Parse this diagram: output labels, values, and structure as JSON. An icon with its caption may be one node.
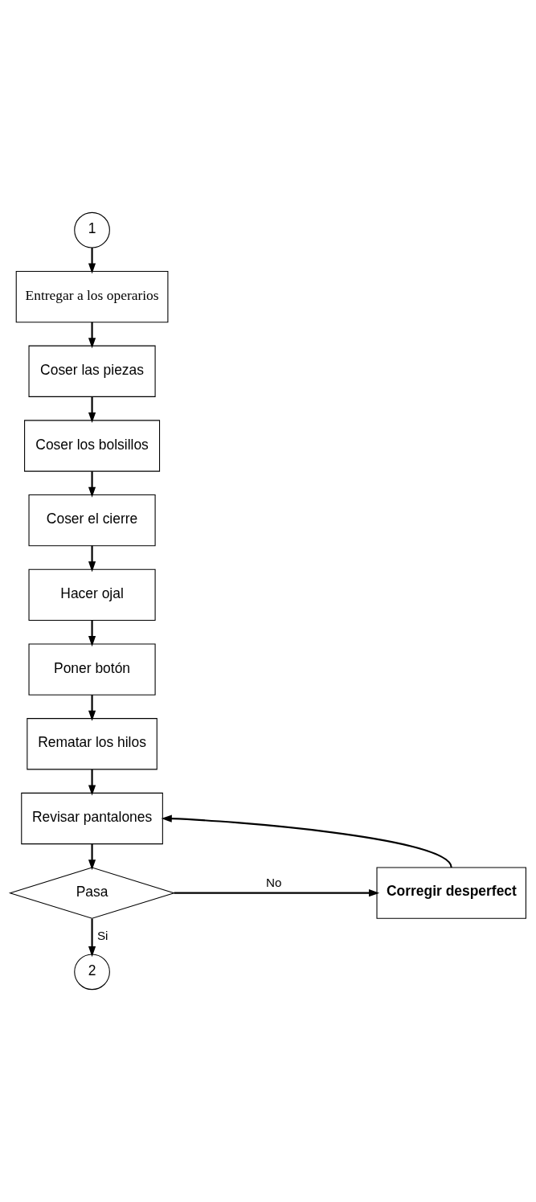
{
  "diagram": {
    "nodes": [
      {
        "text": [
          "1"
        ]
      },
      {
        "text": [
          "Entregar a los operarios"
        ]
      },
      {
        "text": [
          "Coser las piezas"
        ]
      },
      {
        "text": [
          "Coser los bolsillos"
        ]
      },
      {
        "text": [
          "Coser el cierre"
        ]
      },
      {
        "text": [
          "Hacer ojal"
        ]
      },
      {
        "text": [
          "Poner botón"
        ]
      },
      {
        "text": [
          "Rematar los hilos"
        ]
      },
      {
        "text": [
          "Revisar pantalones"
        ]
      },
      {
        "text": [
          "Pasa"
        ]
      },
      {
        "text": [
          "Corregir desperfect"
        ]
      },
      {
        "text": [
          "2"
        ]
      }
    ],
    "edges": [
      {
        "from": 0,
        "to": 1,
        "arrow": "to"
      },
      {
        "from": 1,
        "to": 2,
        "arrow": "to"
      },
      {
        "from": 2,
        "to": 3,
        "arrow": "to"
      },
      {
        "from": 3,
        "to": 4,
        "arrow": "to"
      },
      {
        "from": 4,
        "to": 5,
        "arrow": "to"
      },
      {
        "from": 5,
        "to": 6,
        "arrow": "to"
      },
      {
        "from": 6,
        "to": 7,
        "arrow": "to"
      },
      {
        "from": 7,
        "to": 8,
        "arrow": "to"
      },
      {
        "from": 8,
        "to": 9,
        "arrow": "to"
      },
      {
        "from": 9,
        "to": 10,
        "arrow": "to",
        "label": "No"
      },
      {
        "from": 10,
        "to": 8,
        "arrow": "to"
      },
      {
        "from": 9,
        "to": 11,
        "arrow": "to",
        "label": "Si"
      }
    ]
  }
}
